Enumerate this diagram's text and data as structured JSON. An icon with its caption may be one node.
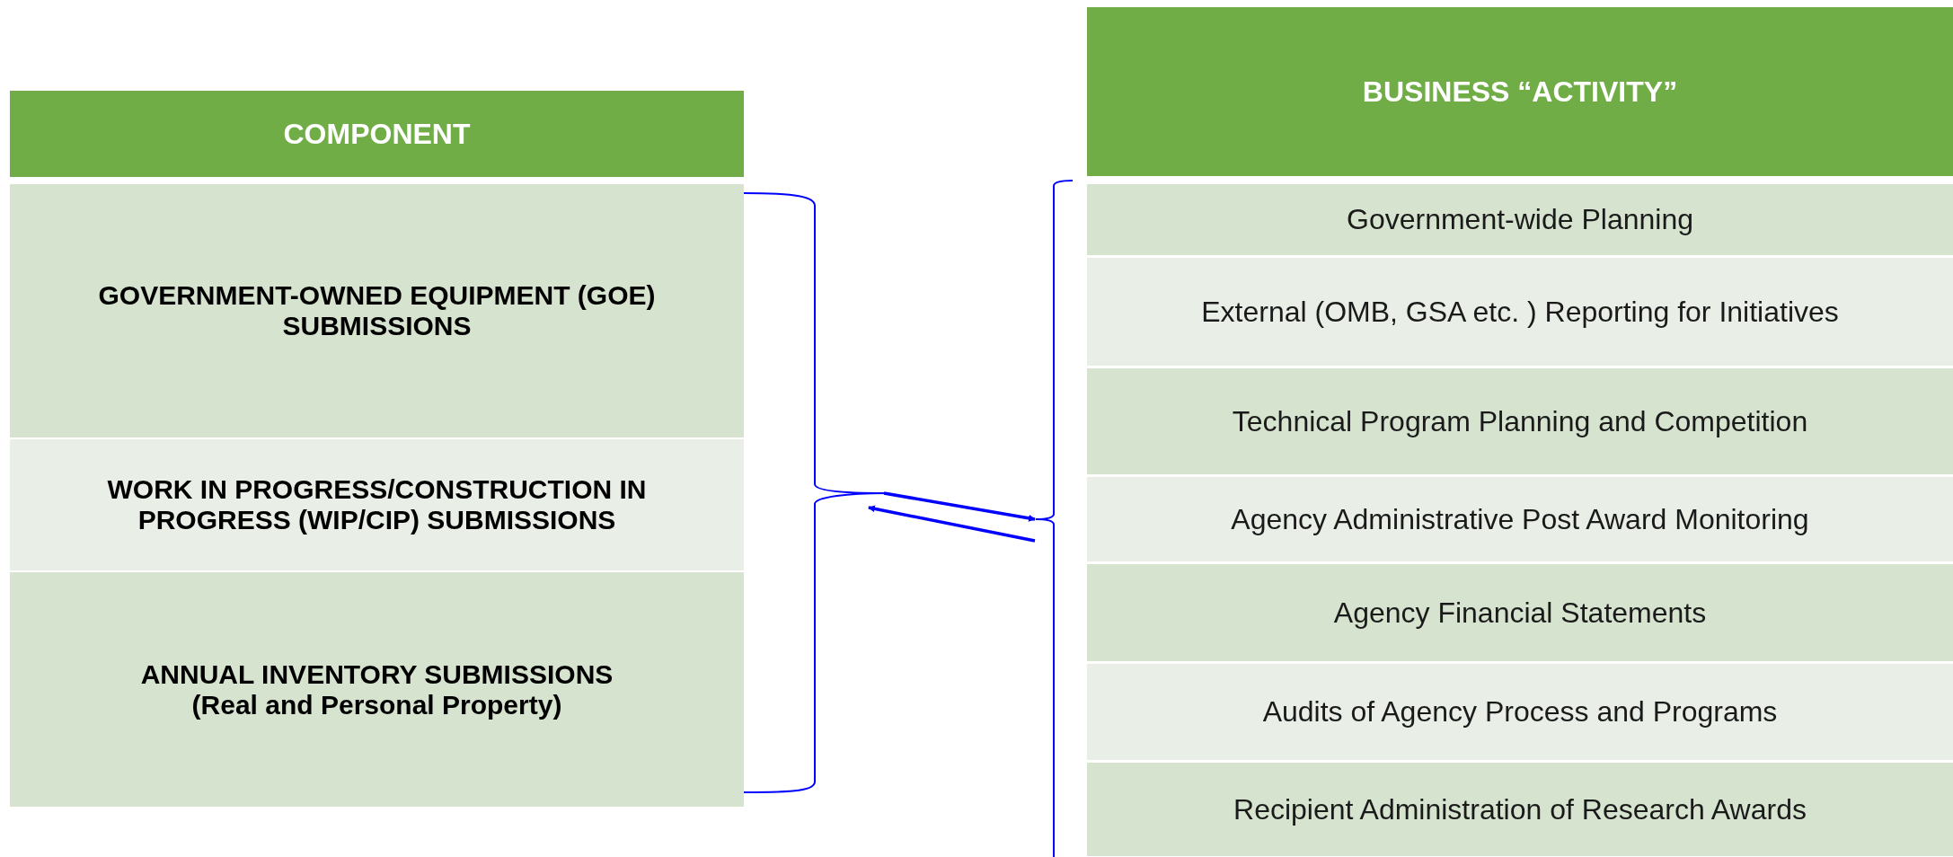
{
  "diagram": {
    "nodes": [
      {
        "text": [
          "COMPONENT"
        ]
      },
      {
        "text": [
          "GOVERNMENT-OWNED EQUIPMENT (GOE) SUBMISSIONS"
        ],
        "in": 0
      },
      {
        "text": [
          "WORK IN PROGRESS/CONSTRUCTION IN PROGRESS (WIP/CIP) SUBMISSIONS"
        ],
        "in": 0
      },
      {
        "text": [
          "ANNUAL INVENTORY SUBMISSIONS (Real and Personal Property)"
        ],
        "in": 0
      },
      {
        "text": [],
        "shape": "bracket"
      },
      {
        "text": [],
        "shape": "bracket"
      },
      {
        "text": [
          "BUSINESS “ACTIVITY”"
        ]
      },
      {
        "text": [
          "Government-wide Planning"
        ],
        "in": 6
      },
      {
        "text": [
          "External  (OMB, GSA etc. ) Reporting for Initiatives"
        ],
        "in": 6
      },
      {
        "text": [
          "Technical Program Planning and Competition"
        ],
        "in": 6
      },
      {
        "text": [
          "Agency Administrative Post Award Monitoring"
        ],
        "in": 6
      },
      {
        "text": [
          "Agency Financial Statements"
        ],
        "in": 6
      },
      {
        "text": [
          "Audits of Agency Process and Programs"
        ],
        "in": 6
      },
      {
        "text": [
          "Recipient Administration of Research Awards"
        ],
        "in": 6
      }
    ],
    "edges": [
      {
        "from": 4,
        "to": 5,
        "arrow": "to"
      },
      {
        "from": 5,
        "to": 4,
        "arrow": "to"
      }
    ]
  }
}
